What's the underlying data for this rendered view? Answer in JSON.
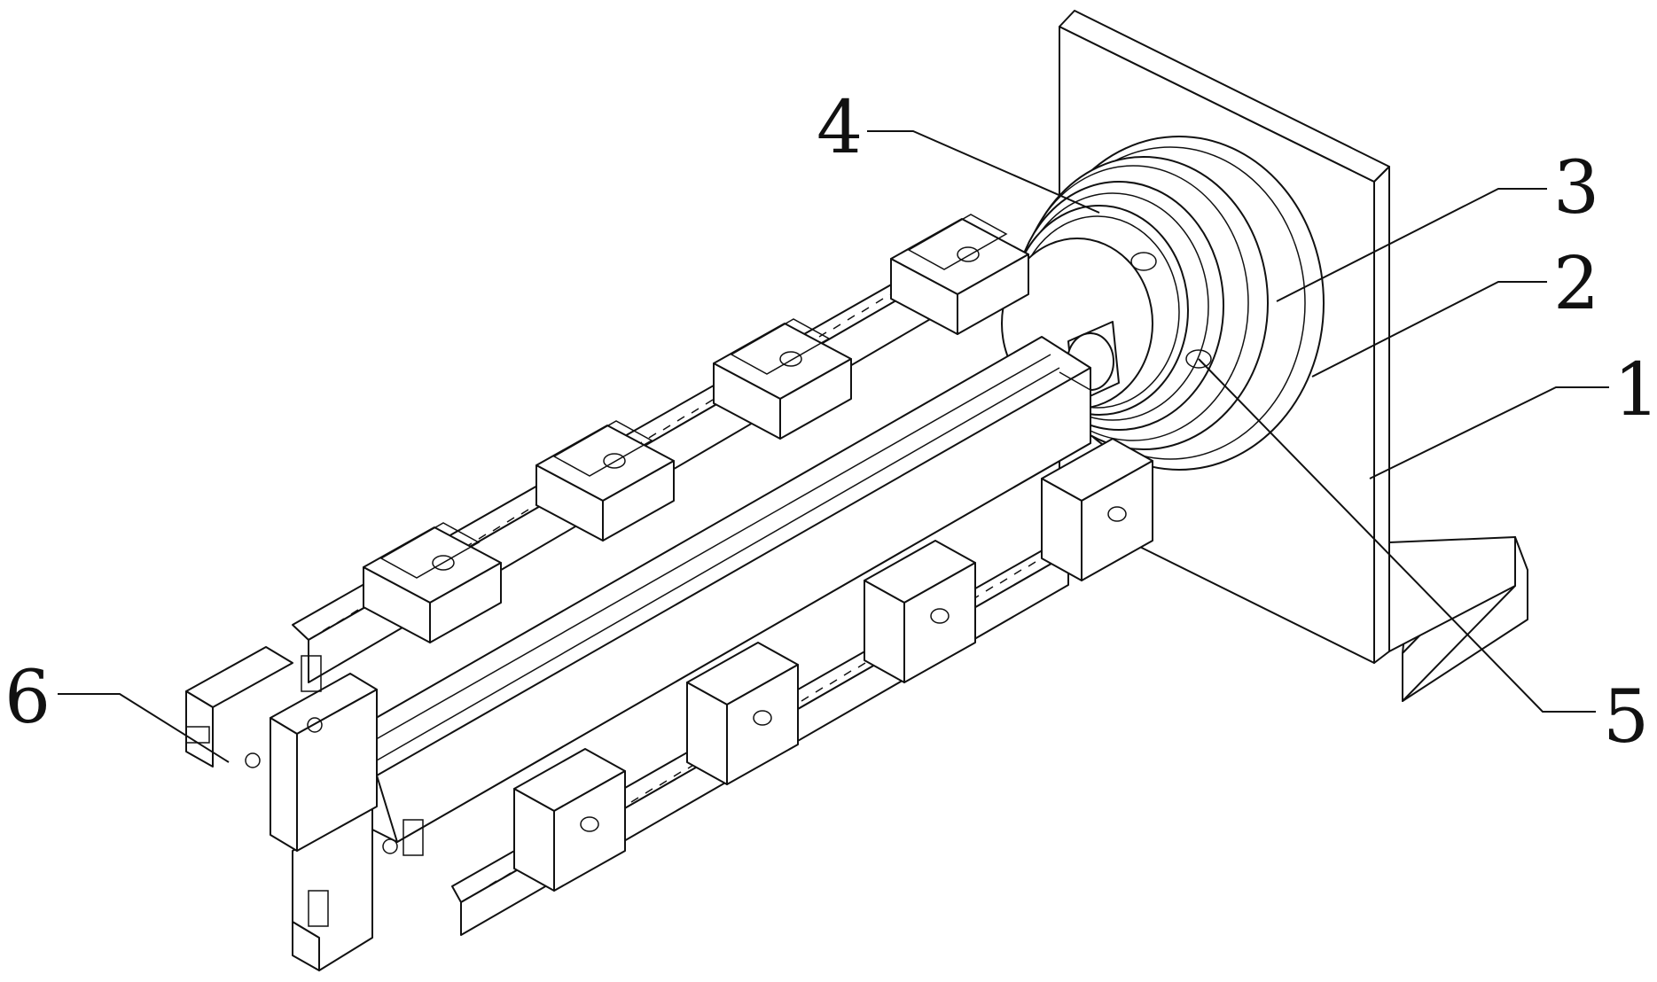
{
  "figure": {
    "callouts": [
      {
        "id": "c1",
        "text": "1"
      },
      {
        "id": "c2",
        "text": "2"
      },
      {
        "id": "c3",
        "text": "3"
      },
      {
        "id": "c4",
        "text": "4"
      },
      {
        "id": "c5",
        "text": "5"
      },
      {
        "id": "c6",
        "text": "6"
      }
    ]
  }
}
